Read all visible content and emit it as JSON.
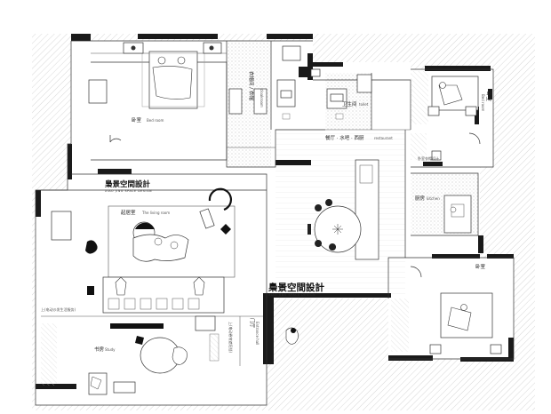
{
  "brand": {
    "name": "梟景空間設計",
    "subtitle": "XIAO JING SPACE DESIGN"
  },
  "rooms": {
    "bedroom_main": {
      "cn": "卧室",
      "en": "Bed room"
    },
    "cloakroom": {
      "cn": "衣帽间 / 衣帽",
      "en": "cloakroom"
    },
    "toilet": {
      "cn": "卫生间",
      "en": "toilet"
    },
    "bedroom_top_right": {
      "cn": "卧室",
      "en": "Bed room"
    },
    "bedroom_top_right_2": {
      "cn": "卧室衣帽设计",
      "en": ""
    },
    "restaurant": {
      "cn": "餐厅 · 水吧 · 西厨",
      "en": "restaurant"
    },
    "kitchen": {
      "cn": "厨房",
      "en": "kitchen"
    },
    "living_room": {
      "cn": "起居室",
      "en": "The living room"
    },
    "bedroom_lower_right": {
      "cn": "卧室",
      "en": ""
    },
    "study": {
      "cn": "书房",
      "en": "Study"
    },
    "entrance": {
      "cn": "门厅",
      "en": "Entrance hall"
    },
    "note_left": {
      "cn": "上(电动沙发生活服务)",
      "en": ""
    },
    "note_center": {
      "cn": "上(电动卷帘遮阳挡)",
      "en": ""
    }
  },
  "icons": [
    "person-icon",
    "door-swing-icon",
    "bed-icon",
    "sofa-icon",
    "table-icon",
    "dog-icon"
  ]
}
